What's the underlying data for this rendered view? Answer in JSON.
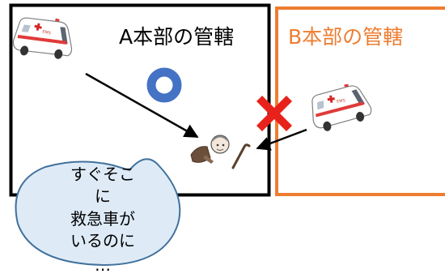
{
  "zones": {
    "a": {
      "label": "A本部の管轄",
      "border_color": "#000000"
    },
    "b": {
      "label": "B本部の管轄",
      "border_color": "#ed7d31"
    }
  },
  "marks": {
    "ok": "○",
    "ng": "×",
    "ok_color": "#4472c4",
    "ng_color": "#e8221b"
  },
  "bubble": {
    "lines": [
      "すぐそこ",
      "に",
      "救急車が",
      "いるのに",
      "…"
    ],
    "fill": "#deebf7",
    "stroke": "#41719c"
  },
  "icons": {
    "ambulance": "ambulance-icon",
    "patient": "collapsed-elderly-person-icon"
  }
}
